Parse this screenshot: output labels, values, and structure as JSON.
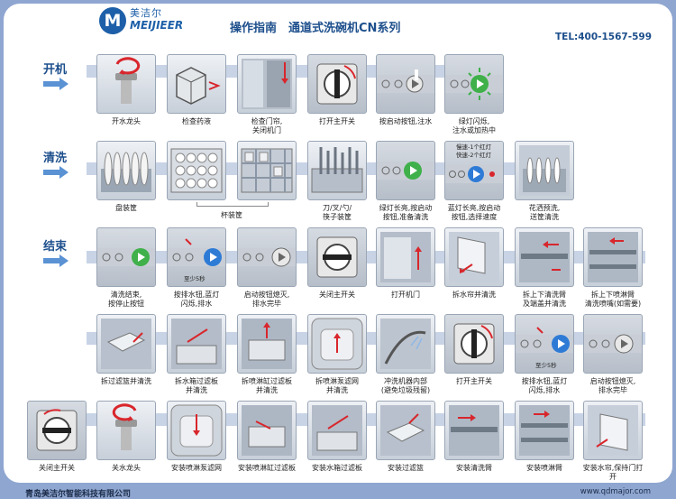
{
  "brand": {
    "logo_letter": "M",
    "name_cn": "美洁尔",
    "name_en": "MEIJIEER"
  },
  "header": {
    "title": "操作指南　通道式洗碗机CN系列",
    "tel": "TEL:400-1567-599"
  },
  "sections": {
    "start": "开机",
    "wash": "清洗",
    "end": "结束"
  },
  "captions": {
    "s1": "开水龙头",
    "s2": "检查药液",
    "s3": "检查门帘,\n关闭机门",
    "s4": "打开主开关",
    "s5": "按启动按钮,注水",
    "s6": "绿灯闪烁,\n注水或加热中",
    "w1": "盘装筐",
    "w2": "杯装筐",
    "w3": "刀/叉/勺/\n筷子装筐",
    "w4": "绿灯长亮,按启动\n按钮,准备清洗",
    "w5": "蓝灯长亮,按启动\n按钮,选择速度",
    "w6": "花洒预洗,\n送筐清洗",
    "e1": "清洗结束,\n按停止按钮",
    "e2": "按排水钮,蓝灯\n闪烁,排水",
    "e3": "启动按钮熄灭,\n排水完毕",
    "e4": "关闭主开关",
    "e5": "打开机门",
    "e6": "拆水帘并清洗",
    "e7": "拆上下清洗臂\n及端盖并清洗",
    "e8": "拆上下喷淋臂\n清洗喷嘴(如需要)",
    "f1": "拆过滤篮并清洗",
    "f2": "拆水箱过滤板\n并清洗",
    "f3": "拆喷淋缸过滤板\n并清洗",
    "f4": "拆喷淋泵滤网\n并清洗",
    "f5": "冲洗机器内部\n(避免垃圾残留)",
    "f6": "打开主开关",
    "f7": "按排水钮,蓝灯\n闪烁,排水",
    "f8": "启动按钮熄灭,\n排水完毕",
    "g1": "关闭主开关",
    "g2": "关水龙头",
    "g3": "安装喷淋泵滤网",
    "g4": "安装喷淋缸过滤板",
    "g5": "安装水箱过滤板",
    "g6": "安装过滤篮",
    "g7": "安装清洗臂",
    "g8": "安装喷淋臂",
    "g9": "安装水帘,保持门打开"
  },
  "notes": {
    "speed1": "慢速-1个红灯",
    "speed2": "快速-2个红灯",
    "hold1": "至少5秒",
    "hold2": "至少5秒"
  },
  "footer": {
    "company": "青岛美洁尔智能科技有限公司",
    "website": "www.qdmajor.com"
  },
  "colors": {
    "accent": "#1d4f8c",
    "green": "#3fb04a",
    "blue": "#2e7bd6",
    "red": "#d8262c",
    "arrow": "#5a92d4"
  },
  "icons": [
    "faucet-icon",
    "detergent-icon",
    "door-curtain-icon",
    "main-switch-icon",
    "start-button-icon",
    "green-light-icon"
  ]
}
